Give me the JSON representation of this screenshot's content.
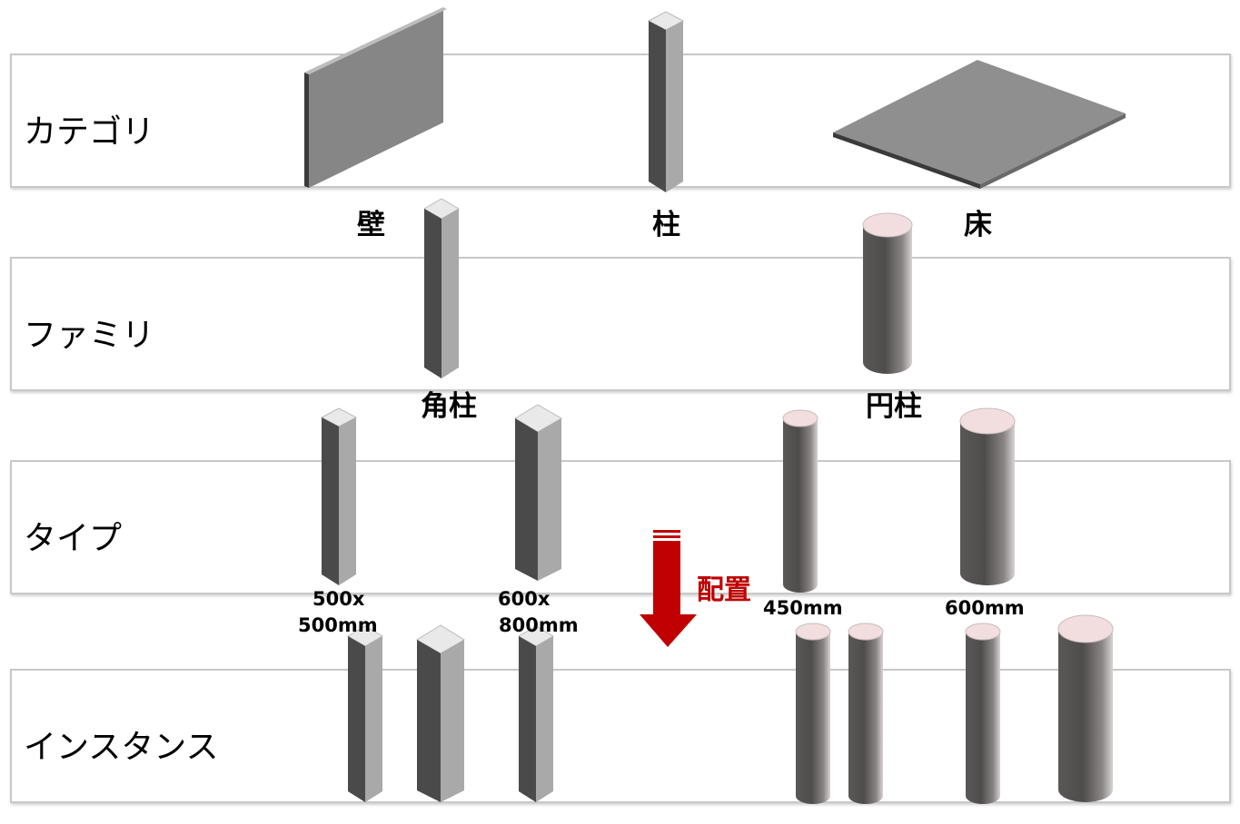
{
  "bands": [
    {
      "title": "カテゴリ"
    },
    {
      "title": "ファミリ"
    },
    {
      "title": "タイプ"
    },
    {
      "title": "インスタンス"
    }
  ],
  "categories": {
    "wall": "壁",
    "column": "柱",
    "floor": "床"
  },
  "families": {
    "square_column": "角柱",
    "round_column": "円柱"
  },
  "types": {
    "square_small_line1": "500x",
    "square_small_line2": "500mm",
    "square_large_line1": "600x",
    "square_large_line2": "800mm",
    "round_small": "450mm",
    "round_large": "600mm"
  },
  "arrow": {
    "label": "配置",
    "color": "#c00000"
  },
  "colors": {
    "border": "#c8c8c8",
    "dark_face": "#4a4a4a",
    "light_face": "#a9a9a9",
    "top_face": "#e9e9e9",
    "cylinder_top": "#f2dede"
  }
}
